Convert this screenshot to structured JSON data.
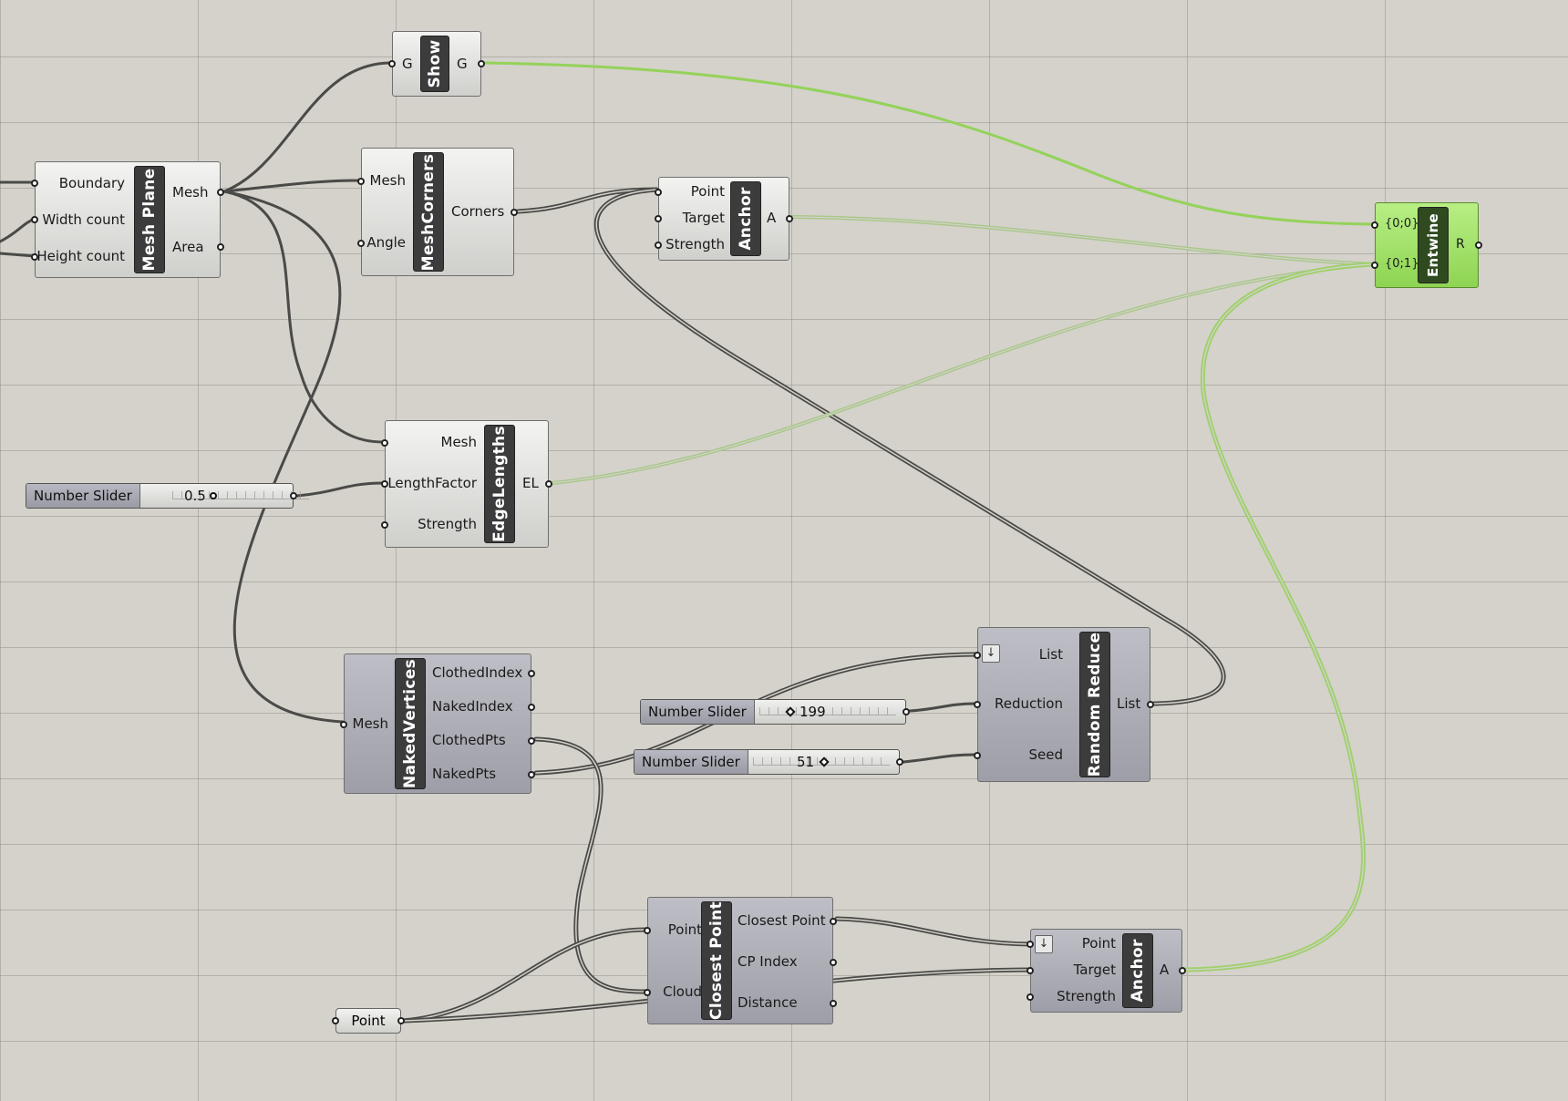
{
  "nodes": {
    "show": {
      "title": "Show",
      "in": "G",
      "out": "G"
    },
    "mesh_plane": {
      "title": "Mesh Plane",
      "inputs": [
        "Boundary",
        "Width count",
        "Height count"
      ],
      "outputs": [
        "Mesh",
        "Area"
      ]
    },
    "mesh_corners": {
      "title": "MeshCorners",
      "inputs": [
        "Mesh",
        "Angle"
      ],
      "outputs": [
        "Corners"
      ]
    },
    "anchor_top": {
      "title": "Anchor",
      "inputs": [
        "Point",
        "Target",
        "Strength"
      ],
      "outputs": [
        "A"
      ]
    },
    "entwine": {
      "title": "Entwine",
      "inputs": [
        "{0;0}",
        "{0;1}"
      ],
      "outputs": [
        "R"
      ]
    },
    "edge_lengths": {
      "title": "EdgeLengths",
      "inputs": [
        "Mesh",
        "LengthFactor",
        "Strength"
      ],
      "outputs": [
        "EL"
      ]
    },
    "naked_vertices": {
      "title": "NakedVertices",
      "inputs": [
        "Mesh"
      ],
      "outputs": [
        "ClothedIndex",
        "NakedIndex",
        "ClothedPts",
        "NakedPts"
      ]
    },
    "random_reduce": {
      "title": "Random Reduce",
      "inputs": [
        "List",
        "Reduction",
        "Seed"
      ],
      "outputs": [
        "List"
      ]
    },
    "closest_point": {
      "title": "Closest Point",
      "inputs": [
        "Point",
        "Cloud"
      ],
      "outputs": [
        "Closest Point",
        "CP Index",
        "Distance"
      ]
    },
    "anchor_bottom": {
      "title": "Anchor",
      "inputs": [
        "Point",
        "Target",
        "Strength"
      ],
      "outputs": [
        "A"
      ]
    },
    "point": {
      "title": "Point"
    }
  },
  "sliders": {
    "length_factor": {
      "label": "Number Slider",
      "value": "0.5"
    },
    "reduction": {
      "label": "Number Slider",
      "value": "199"
    },
    "seed": {
      "label": "Number Slider",
      "value": "51"
    }
  },
  "icons": {
    "flatten": "arrow-down-icon"
  },
  "colors": {
    "canvas": "#d4d2ca",
    "wire": "#4a4a48",
    "wire_green": "#8fd14f",
    "node_green": "#a4e46a"
  }
}
